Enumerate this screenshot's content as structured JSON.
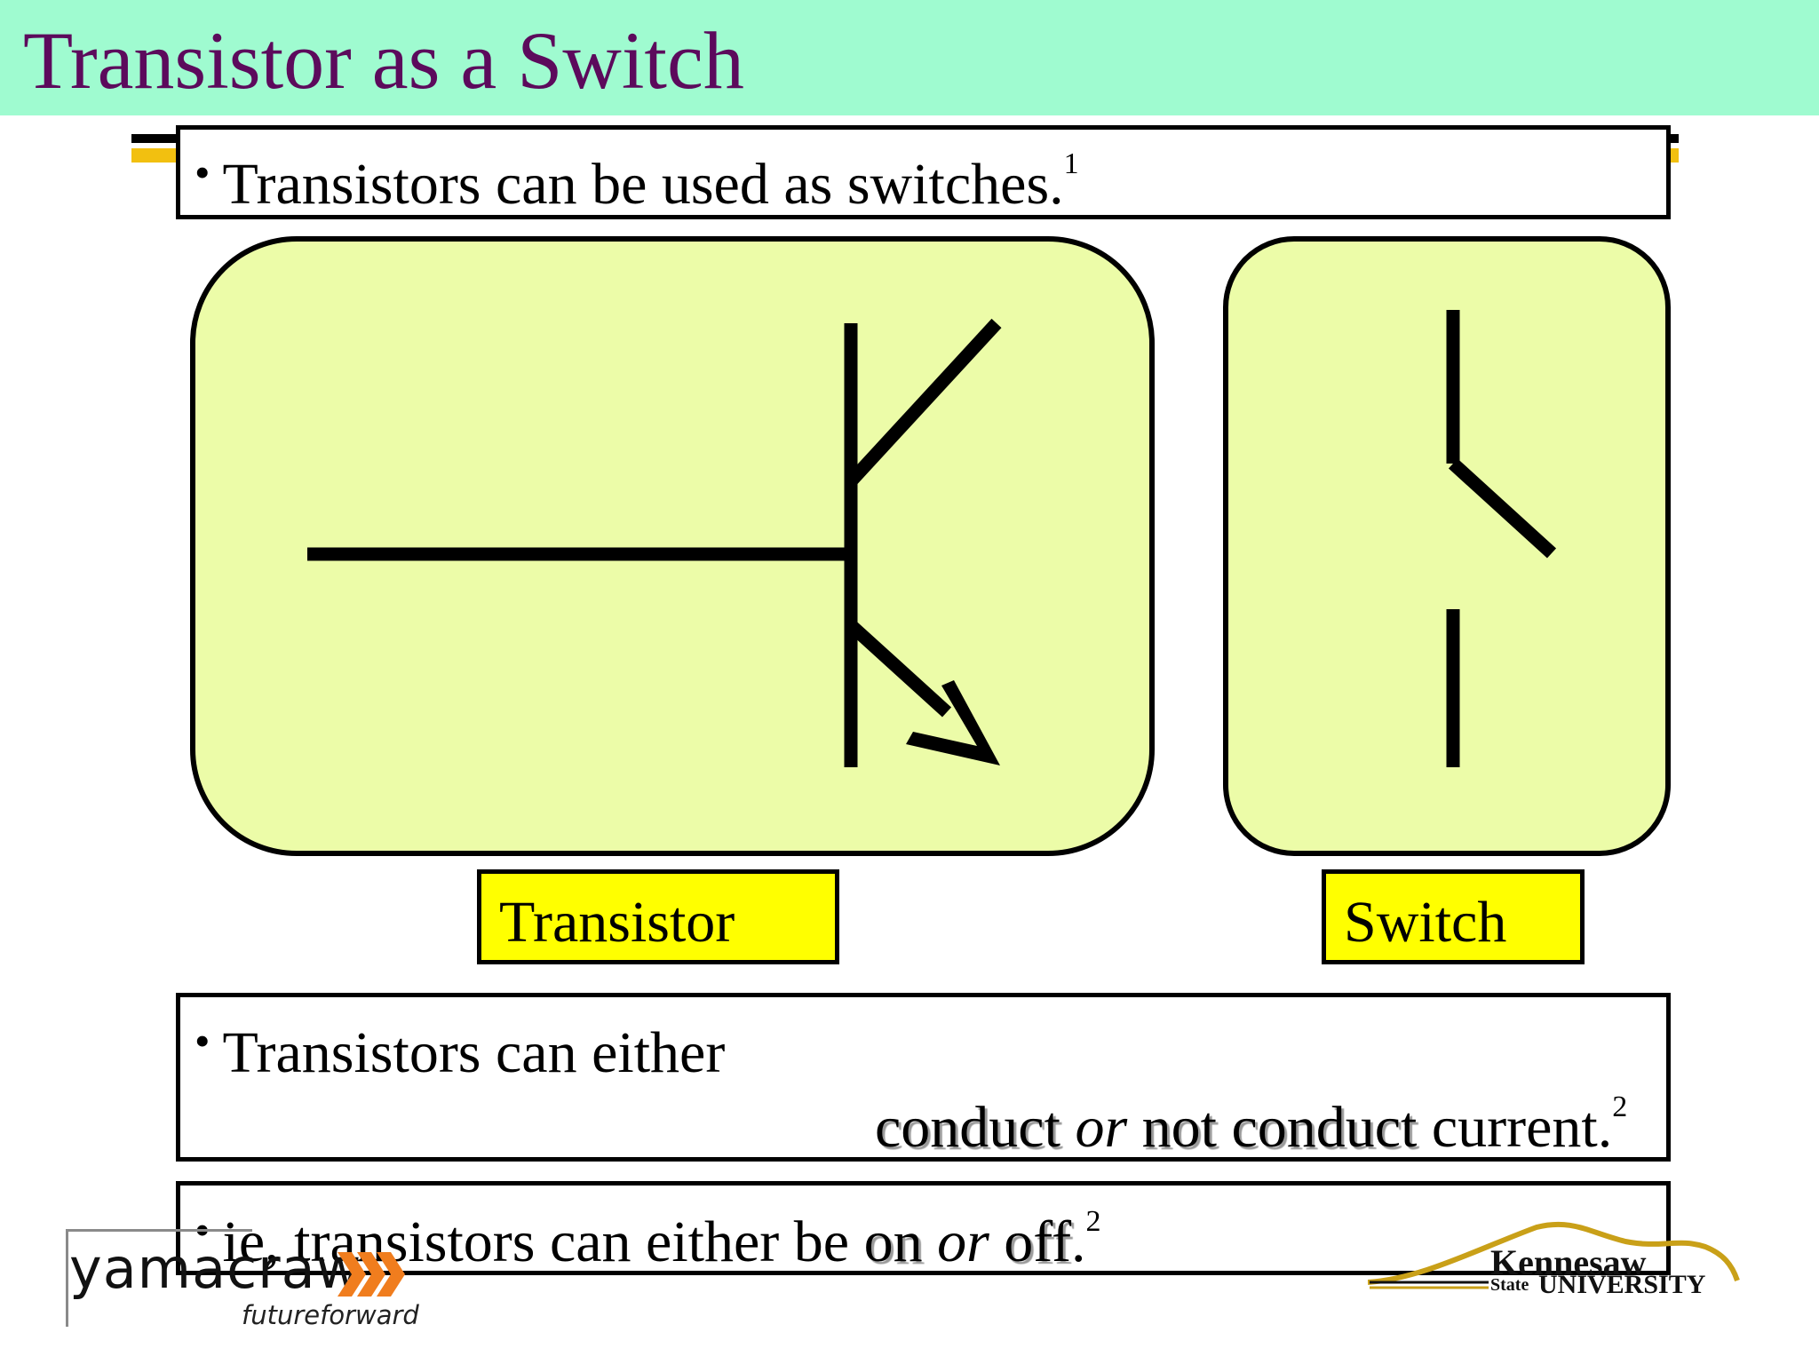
{
  "slide": {
    "title": "Transistor as a Switch",
    "bullet1": {
      "text": "Transistors can be used as switches.",
      "ref": "1"
    },
    "panels": {
      "transistor_label": "Transistor",
      "switch_label": "Switch"
    },
    "bullet2": {
      "line1": "Transistors can either",
      "conduct": "conduct",
      "or": "or",
      "not_conduct": "not conduct",
      "current": "current.",
      "ref": "2"
    },
    "bullet3": {
      "prefix": "ie, transistors can either be",
      "on": "on",
      "or": "or",
      "off": "off",
      "period": ".",
      "ref": "2"
    },
    "bullet_glyph": "•"
  },
  "logos": {
    "left_word": "yamacraw",
    "left_tagline": "futureforward",
    "right_word": "Kennesaw",
    "right_state": "State",
    "right_university": "UNIVERSITY"
  },
  "colors": {
    "title_bar": "#9ffbd0",
    "title_text": "#5c0a5c",
    "panel_fill": "#ecfca8",
    "label_fill": "#ffff00",
    "accent_gold": "#f2c010",
    "yamacraw_orange": "#f07d1e"
  }
}
